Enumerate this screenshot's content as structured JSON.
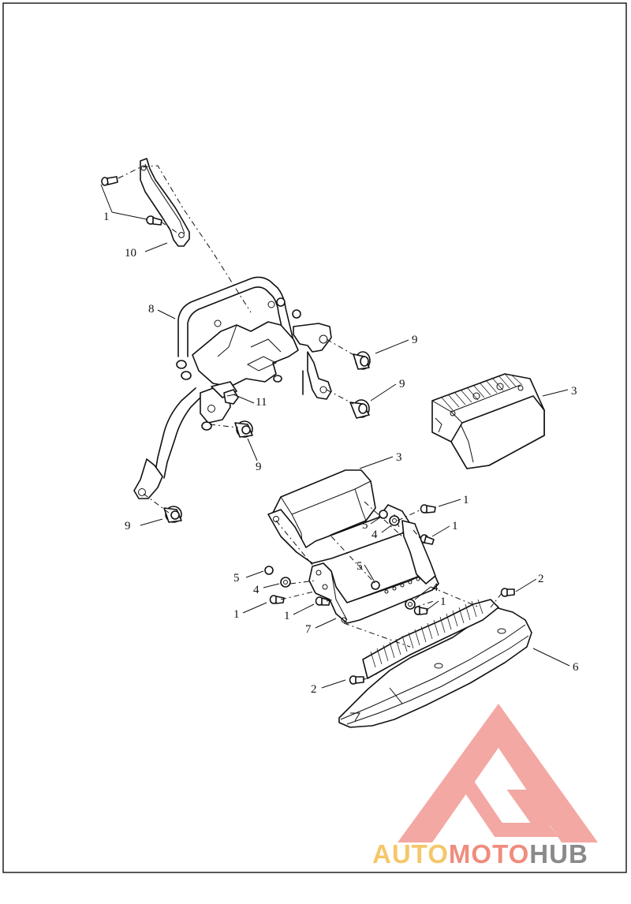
{
  "diagram": {
    "callouts": [
      {
        "id": "c1a",
        "label": "1"
      },
      {
        "id": "c10",
        "label": "10"
      },
      {
        "id": "c8",
        "label": "8"
      },
      {
        "id": "c9a",
        "label": "9"
      },
      {
        "id": "c9b",
        "label": "9"
      },
      {
        "id": "c11",
        "label": "11"
      },
      {
        "id": "c9c",
        "label": "9"
      },
      {
        "id": "c9d",
        "label": "9"
      },
      {
        "id": "c3a",
        "label": "3"
      },
      {
        "id": "c3b",
        "label": "3"
      },
      {
        "id": "c1b",
        "label": "1"
      },
      {
        "id": "c1c",
        "label": "1"
      },
      {
        "id": "c5a",
        "label": "5"
      },
      {
        "id": "c4a",
        "label": "4"
      },
      {
        "id": "c5b",
        "label": "5"
      },
      {
        "id": "c4b",
        "label": "4"
      },
      {
        "id": "c5c",
        "label": "5"
      },
      {
        "id": "c4c",
        "label": "4"
      },
      {
        "id": "c1d",
        "label": "1"
      },
      {
        "id": "c1e",
        "label": "1"
      },
      {
        "id": "c1f",
        "label": "1"
      },
      {
        "id": "c7",
        "label": "7"
      },
      {
        "id": "c2a",
        "label": "2"
      },
      {
        "id": "c6",
        "label": "6"
      },
      {
        "id": "c2b",
        "label": "2"
      }
    ]
  },
  "watermark": {
    "brand_auto": "AUTO",
    "brand_moto": "MOTO",
    "brand_hub": "HUB",
    "colors": {
      "auto": "#f5c76a",
      "moto": "#f08c7e",
      "hub": "#8a8a8a",
      "logo": "#f29a94"
    }
  }
}
